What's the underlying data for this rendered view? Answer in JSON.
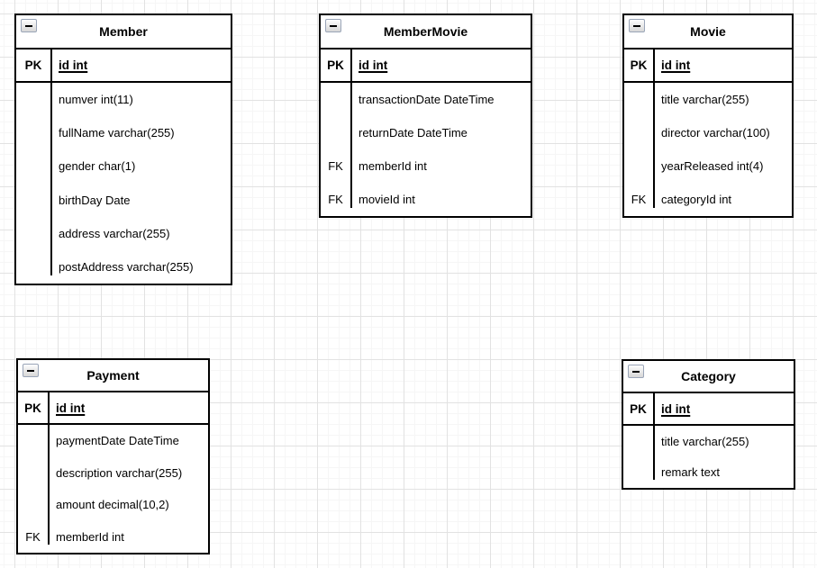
{
  "canvas": {
    "background_color": "#ffffff",
    "grid_minor_color": "#f6f6f6",
    "grid_major_color": "#e2e2e2",
    "border_color": "#000000"
  },
  "tables": [
    {
      "name": "Member",
      "pk": {
        "key": "PK",
        "field": "id int"
      },
      "rows": [
        {
          "key": "",
          "field": "numver int(11)"
        },
        {
          "key": "",
          "field": "fullName varchar(255)"
        },
        {
          "key": "",
          "field": "gender char(1)"
        },
        {
          "key": "",
          "field": "birthDay Date"
        },
        {
          "key": "",
          "field": "address varchar(255)"
        },
        {
          "key": "",
          "field": "postAddress varchar(255)"
        }
      ]
    },
    {
      "name": "MemberMovie",
      "pk": {
        "key": "PK",
        "field": "id int"
      },
      "rows": [
        {
          "key": "",
          "field": "transactionDate DateTime"
        },
        {
          "key": "",
          "field": "returnDate DateTime"
        },
        {
          "key": "FK",
          "field": "memberId int"
        },
        {
          "key": "FK",
          "field": "movieId int"
        }
      ]
    },
    {
      "name": "Movie",
      "pk": {
        "key": "PK",
        "field": "id int"
      },
      "rows": [
        {
          "key": "",
          "field": "title varchar(255)"
        },
        {
          "key": "",
          "field": "director varchar(100)"
        },
        {
          "key": "",
          "field": "yearReleased int(4)"
        },
        {
          "key": "FK",
          "field": "categoryId int"
        }
      ]
    },
    {
      "name": "Payment",
      "pk": {
        "key": "PK",
        "field": "id int"
      },
      "rows": [
        {
          "key": "",
          "field": "paymentDate DateTime"
        },
        {
          "key": "",
          "field": "description varchar(255)"
        },
        {
          "key": "",
          "field": "amount decimal(10,2)"
        },
        {
          "key": "FK",
          "field": "memberId int"
        }
      ]
    },
    {
      "name": "Category",
      "pk": {
        "key": "PK",
        "field": "id int"
      },
      "rows": [
        {
          "key": "",
          "field": "title varchar(255)"
        },
        {
          "key": "",
          "field": "remark text"
        }
      ]
    }
  ]
}
